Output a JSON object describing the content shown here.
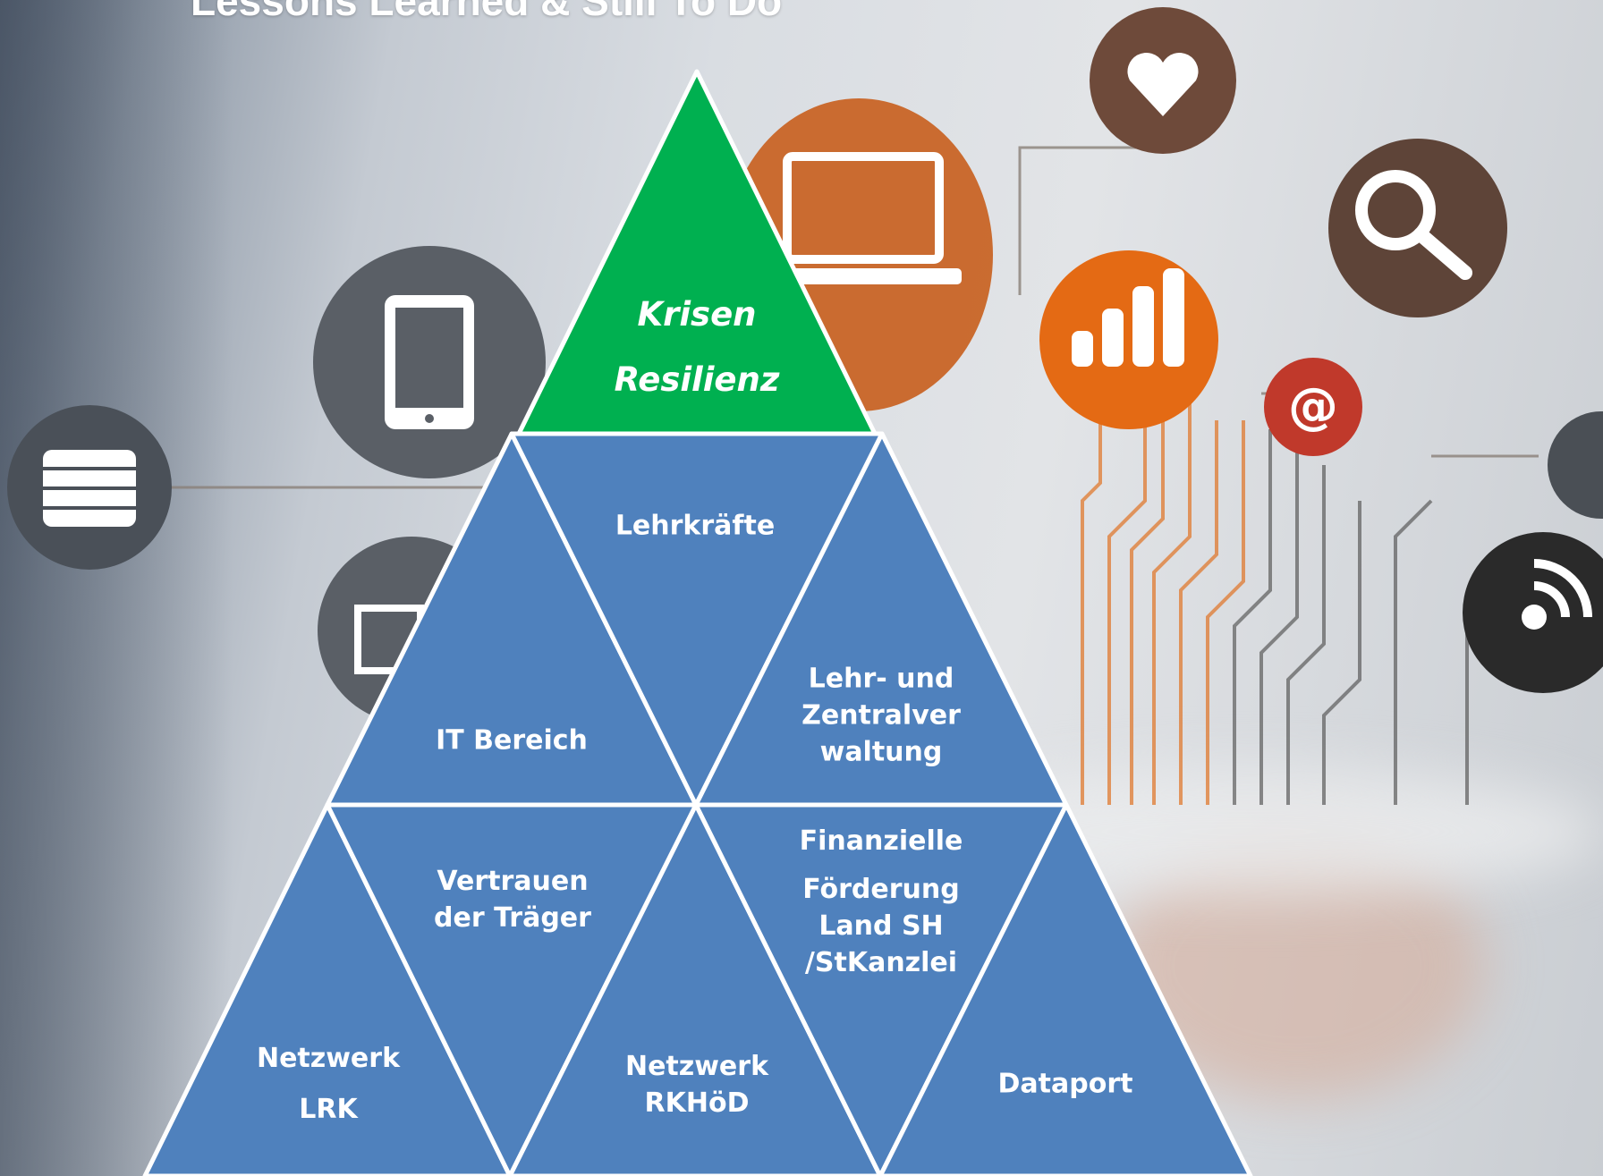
{
  "title": "Lessons Learned & Still To Do",
  "colors": {
    "top_tier": "#00b050",
    "tiers": "#4f81bd",
    "borders": "#ffffff",
    "accent_orange": "#e06a1a",
    "icon_gray": "#555a60"
  },
  "background_icons": [
    "database-icon",
    "tablet-icon",
    "monitor-icon",
    "laptop-icon",
    "heart-icon",
    "bar-chart-icon",
    "at-sign-icon",
    "magnifier-icon",
    "wifi-icon"
  ],
  "pyramid": {
    "top": {
      "line1": "Krisen",
      "line2": "Resilienz"
    },
    "row2": {
      "left": {
        "line1": "IT Bereich"
      },
      "middle": {
        "line1": "Lehrkräfte"
      },
      "right": {
        "line1": "Lehr- und",
        "line2": "Zentralver",
        "line3": "waltung"
      }
    },
    "row3": {
      "t1": {
        "line1": "Netzwerk",
        "line2": "LRK"
      },
      "t2": {
        "line1": "Vertrauen",
        "line2": "der Träger"
      },
      "t3": {
        "line1": "Netzwerk",
        "line2": "RKHöD"
      },
      "t4": {
        "line1": "Finanzielle",
        "line2": "Förderung",
        "line3": "Land SH",
        "line4": "/StKanzlei"
      },
      "t5": {
        "line1": "Dataport"
      }
    }
  }
}
